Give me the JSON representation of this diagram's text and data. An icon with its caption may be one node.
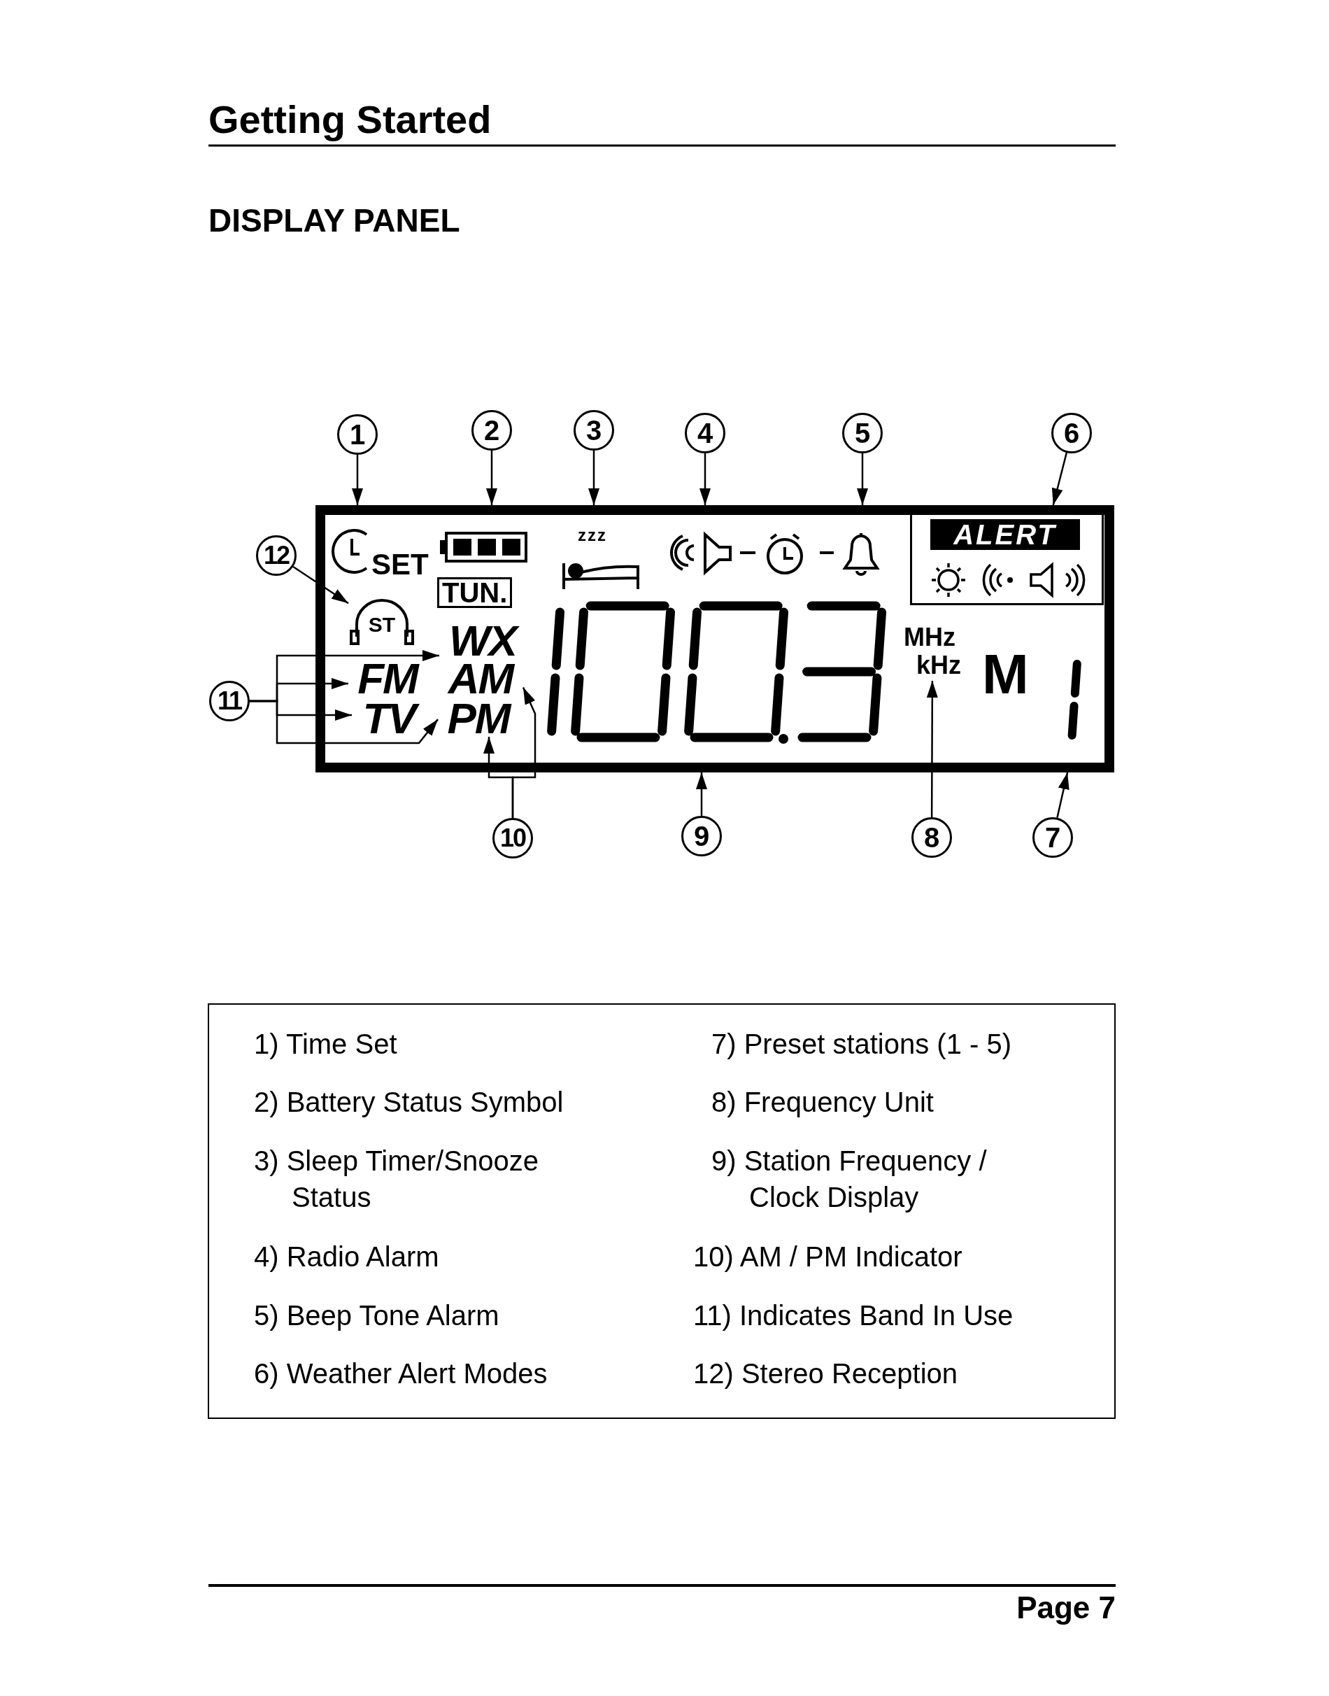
{
  "diagram": {
    "title": "Getting Started",
    "nodes": [
      {
        "text": [
          "1"
        ]
      },
      {
        "text": [
          "2"
        ]
      },
      {
        "text": [
          "3"
        ]
      },
      {
        "text": [
          "4"
        ]
      },
      {
        "text": [
          "5"
        ]
      },
      {
        "text": [
          "6"
        ]
      },
      {
        "text": [
          "12"
        ]
      },
      {
        "text": [
          "11"
        ]
      },
      {
        "text": [],
        "shape": "box"
      },
      {
        "text": [
          "ALERT"
        ],
        "in": 8
      },
      {
        "text": [
          "ST"
        ],
        "in": 8
      },
      {
        "text": [
          "WX"
        ],
        "in": 8
      },
      {
        "text": [
          "FM"
        ],
        "in": 8
      },
      {
        "text": [
          "AM"
        ],
        "in": 8
      },
      {
        "text": [
          "TV"
        ],
        "in": 8
      },
      {
        "text": [
          "PM"
        ],
        "in": 8
      },
      {
        "text": [
          "MHz",
          "kHz"
        ],
        "in": 8
      },
      {
        "text": [
          "10"
        ]
      },
      {
        "text": [
          "9"
        ]
      },
      {
        "text": [
          "8"
        ]
      },
      {
        "text": [
          "7"
        ]
      }
    ],
    "edges": [
      {
        "from": 0,
        "to": 8,
        "arrow": "to"
      },
      {
        "from": 1,
        "to": 8,
        "arrow": "to"
      },
      {
        "from": 2,
        "to": 8,
        "arrow": "to"
      },
      {
        "from": 3,
        "to": 8,
        "arrow": "to"
      },
      {
        "from": 4,
        "to": 8,
        "arrow": "to"
      },
      {
        "from": 5,
        "to": 9,
        "arrow": "to"
      },
      {
        "from": 6,
        "to": 10,
        "arrow": "to"
      },
      {
        "from": 7,
        "to": 11,
        "arrow": "to"
      },
      {
        "from": 7,
        "to": 12,
        "arrow": "to"
      },
      {
        "from": 7,
        "to": 14,
        "arrow": "to"
      },
      {
        "from": 7,
        "to": 15,
        "arrow": "to"
      },
      {
        "from": 17,
        "to": 15,
        "arrow": "to"
      },
      {
        "from": 17,
        "to": 13,
        "arrow": "to"
      },
      {
        "from": 18,
        "to": 8,
        "arrow": "to"
      },
      {
        "from": 19,
        "to": 16,
        "arrow": "to"
      },
      {
        "from": 20,
        "to": 8,
        "arrow": "to"
      }
    ],
    "labels": [
      "DISPLAY PANEL",
      "SET",
      "zzz",
      "TUN.",
      "M",
      "1) Time Set",
      "7) Preset stations (1 - 5)",
      "2) Battery Status Symbol",
      "8) Frequency Unit",
      "3) Sleep Timer/Snooze Status",
      "9) Station Frequency / Clock Display",
      "4) Radio Alarm",
      "10) AM / PM Indicator",
      "5) Beep Tone Alarm",
      "11) Indicates Band In Use",
      "6) Weather Alert Modes",
      "12) Stereo Reception",
      "Page 7"
    ]
  }
}
